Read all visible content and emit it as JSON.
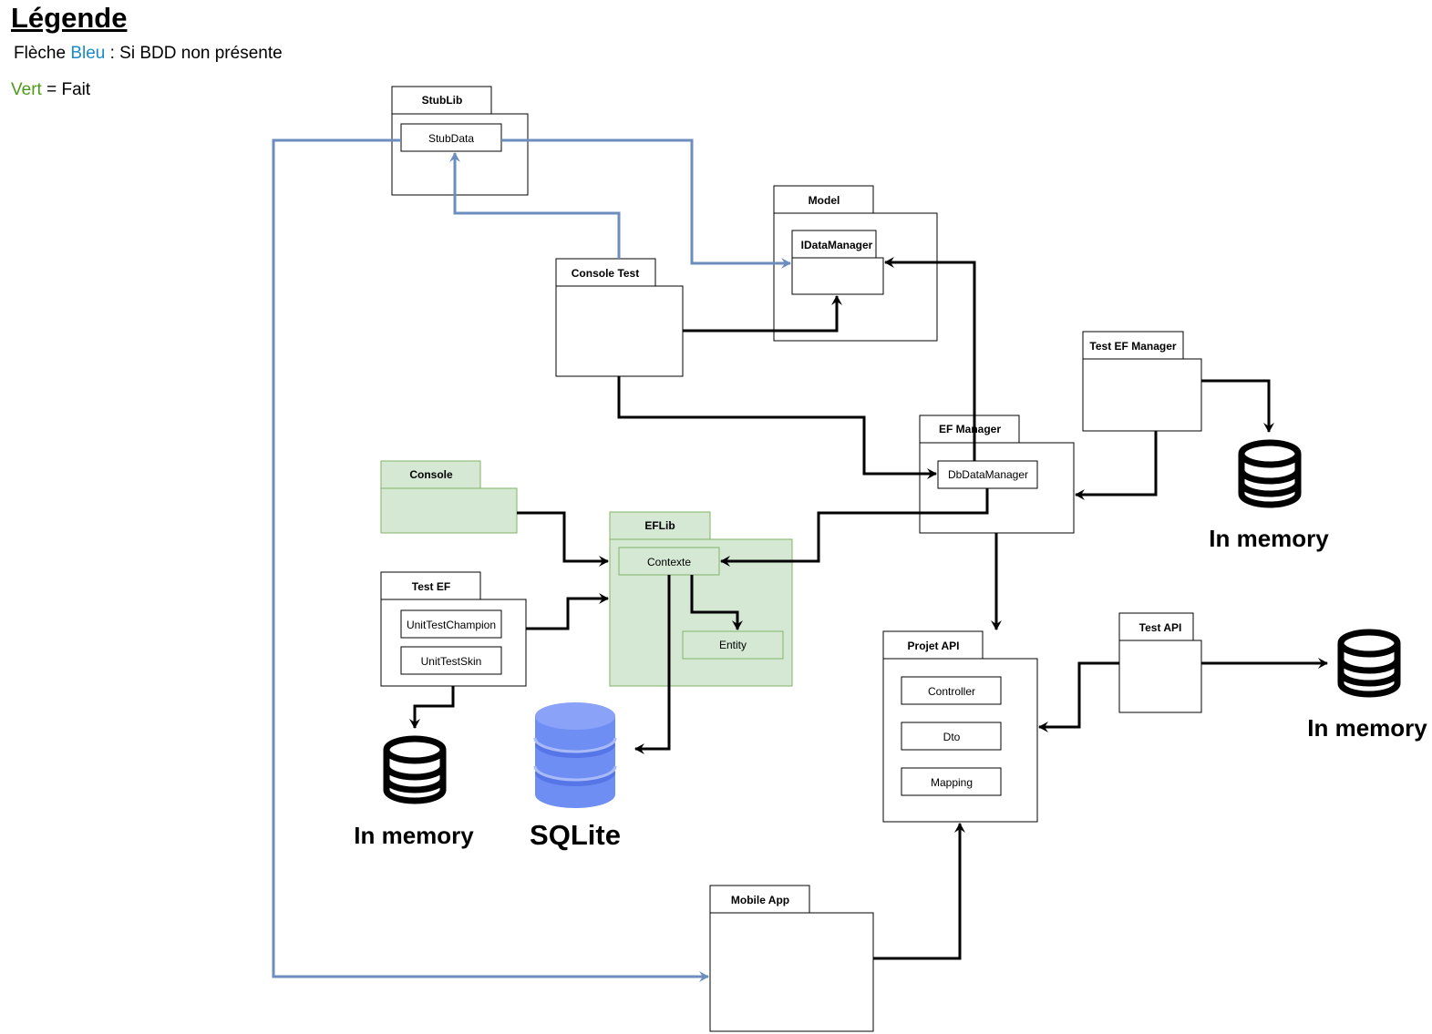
{
  "legend": {
    "title": "Légende",
    "line1_prefix": "Flèche ",
    "line1_colored": "Bleu",
    "line1_suffix": " : Si BDD non présente",
    "line2_colored": "Vert",
    "line2_suffix": " = Fait"
  },
  "colors": {
    "blue_text": "#1a8bc7",
    "green_text": "#4d9a1a",
    "blue_arrow": "#6c8ebf",
    "green_fill": "#d5e8d4",
    "green_stroke": "#82b366",
    "db_blue": "#5b7ff0"
  },
  "packages": {
    "stublib": "StubLib",
    "model": "Model",
    "console_test": "Console Test",
    "test_ef_manager": "Test EF Manager",
    "ef_manager": "EF Manager",
    "console": "Console",
    "eflib": "EFLib",
    "test_ef": "Test EF",
    "projet_api": "Projet API",
    "test_api": "Test API",
    "mobile_app": "Mobile App"
  },
  "classes": {
    "stubdata": "StubData",
    "idatamanager": "IDataManager",
    "dbdatamanager": "DbDataManager",
    "contexte": "Contexte",
    "entity": "Entity",
    "unit_test_champion": "UnitTestChampion",
    "unit_test_skin": "UnitTestSkin",
    "controller": "Controller",
    "dto": "Dto",
    "mapping": "Mapping"
  },
  "databases": {
    "test_ef_db": "In memory",
    "sqlite_db": "SQLite",
    "test_ef_manager_db": "In memory",
    "test_api_db": "In memory"
  }
}
